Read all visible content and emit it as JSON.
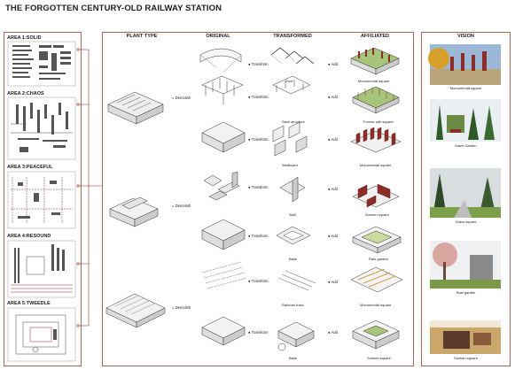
{
  "title": "THE FORGOTTEN CENTURY-OLD RAILWAY STATION",
  "areas": [
    {
      "label": "AREA 1:SOLID"
    },
    {
      "label": "AREA 2:CHAOS"
    },
    {
      "label": "AREA 3:PEACEFUL"
    },
    {
      "label": "AREA 4:RESOUND"
    },
    {
      "label": "AREA 5:TWEEDLE"
    }
  ],
  "columns": {
    "plant_type": "PLANT TYPE",
    "original": "ORIGINAL",
    "transformed": "TRANSFORMED",
    "affiliated": "AFFILIATED",
    "vision": "VISION"
  },
  "steps": {
    "demolish": "Demolish",
    "transform": "Transform",
    "add": "Add"
  },
  "rows": [
    {
      "transformed_label": "Roof",
      "affiliated_label": "Monumental square"
    },
    {
      "transformed_label": "Steel structure",
      "affiliated_label": "Former site square"
    },
    {
      "transformed_label": "Wallboard",
      "affiliated_label": "Monumental square"
    },
    {
      "transformed_label": "Wall",
      "affiliated_label": "Sunken square"
    },
    {
      "transformed_label": "Base",
      "affiliated_label": "Rain garden"
    },
    {
      "transformed_label": "Railroad track",
      "affiliated_label": "Monumental square"
    },
    {
      "transformed_label": "Base",
      "affiliated_label": "Sunken square"
    }
  ],
  "vision": [
    {
      "caption": "Monumental square"
    },
    {
      "caption": "Maze Garden"
    },
    {
      "caption": "Grass square"
    },
    {
      "caption": "Rain garden"
    },
    {
      "caption": "Sunken square"
    }
  ],
  "colors": {
    "accent": "#8b2e2a",
    "frame": "#9b6a5a",
    "green": "#a6c47a"
  }
}
